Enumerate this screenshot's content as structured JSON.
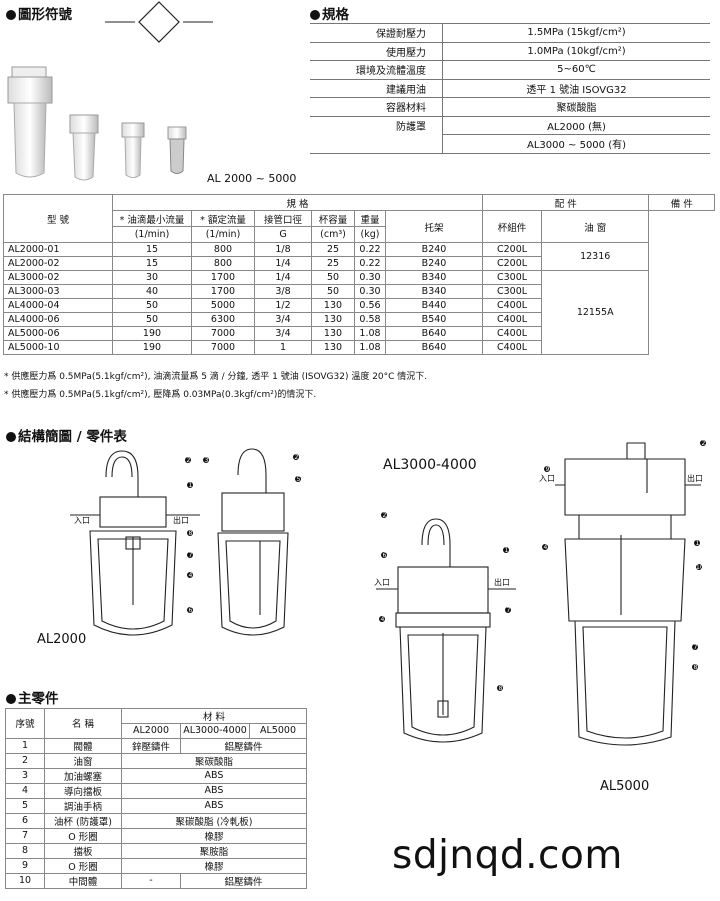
{
  "symbol_section": {
    "title": "圖形符號"
  },
  "product_caption": "AL 2000 ~ 5000",
  "spec_section": {
    "title": "規格",
    "rows": [
      {
        "label": "保證耐壓力",
        "value": "1.5MPa  (15kgf/cm²)"
      },
      {
        "label": "使用壓力",
        "value": "1.0MPa  (10kgf/cm²)"
      },
      {
        "label": "環境及流體溫度",
        "value": "5~60℃"
      },
      {
        "label": "建議用油",
        "value": "透平 1 號油 ISOVG32"
      },
      {
        "label": "容器材料",
        "value": "聚碳酸脂"
      },
      {
        "label": "防護罩",
        "value": "AL2000 (無)"
      },
      {
        "label": "",
        "value": "AL3000 ~ 5000 (有)"
      }
    ]
  },
  "model_table": {
    "headers": {
      "model": "型 號",
      "spec_group": "規 格",
      "parts_group": "配 件",
      "spare_group": "備 件",
      "min_flow": "* 油滴最小流量",
      "min_flow_unit": "(1/min)",
      "rated_flow": "* 額定流量",
      "rated_flow_unit": "(1/min)",
      "port": "接管口徑",
      "port_unit": "G",
      "capacity": "杯容量",
      "capacity_unit": "(cm³)",
      "weight": "重量",
      "weight_unit": "(kg)",
      "bracket": "托架",
      "cup_assembly": "杯組件",
      "sight_window": "油 窗"
    },
    "rows": [
      {
        "model": "AL2000-01",
        "min_flow": "15",
        "rated_flow": "800",
        "port": "1/8",
        "capacity": "25",
        "weight": "0.22",
        "bracket": "B240",
        "cup": "C200L"
      },
      {
        "model": "AL2000-02",
        "min_flow": "15",
        "rated_flow": "800",
        "port": "1/4",
        "capacity": "25",
        "weight": "0.22",
        "bracket": "B240",
        "cup": "C200L"
      },
      {
        "model": "AL3000-02",
        "min_flow": "30",
        "rated_flow": "1700",
        "port": "1/4",
        "capacity": "50",
        "weight": "0.30",
        "bracket": "B340",
        "cup": "C300L"
      },
      {
        "model": "AL3000-03",
        "min_flow": "40",
        "rated_flow": "1700",
        "port": "3/8",
        "capacity": "50",
        "weight": "0.30",
        "bracket": "B340",
        "cup": "C300L"
      },
      {
        "model": "AL4000-04",
        "min_flow": "50",
        "rated_flow": "5000",
        "port": "1/2",
        "capacity": "130",
        "weight": "0.56",
        "bracket": "B440",
        "cup": "C400L"
      },
      {
        "model": "AL4000-06",
        "min_flow": "50",
        "rated_flow": "6300",
        "port": "3/4",
        "capacity": "130",
        "weight": "0.58",
        "bracket": "B540",
        "cup": "C400L"
      },
      {
        "model": "AL5000-06",
        "min_flow": "190",
        "rated_flow": "7000",
        "port": "3/4",
        "capacity": "130",
        "weight": "1.08",
        "bracket": "B640",
        "cup": "C400L"
      },
      {
        "model": "AL5000-10",
        "min_flow": "190",
        "rated_flow": "7000",
        "port": "1",
        "capacity": "130",
        "weight": "1.08",
        "bracket": "B640",
        "cup": "C400L"
      }
    ],
    "sight_window_values": [
      "12316",
      "12155A"
    ]
  },
  "notes": [
    "* 供應壓力爲 0.5MPa(5.1kgf/cm²), 油滴流量爲 5 滴 / 分鐘, 透平 1 號油 (ISOVG32) 溫度 20°C 情況下.",
    "* 供應壓力爲 0.5MPa(5.1kgf/cm²), 壓降爲 0.03MPa(0.3kgf/cm²)的情況下."
  ],
  "structure_section": {
    "title": "結構簡圖 / 零件表"
  },
  "diagram_labels": {
    "al2000": "AL2000",
    "al3000_4000": "AL3000-4000",
    "al5000": "AL5000",
    "inlet": "入口",
    "outlet": "出口"
  },
  "callouts": [
    "1",
    "2",
    "3",
    "4",
    "5",
    "6",
    "7",
    "8",
    "9",
    "10"
  ],
  "parts_section": {
    "title": "主零件",
    "headers": {
      "no": "序號",
      "name": "名 稱",
      "material": "材 料",
      "al2000": "AL2000",
      "al3000_4000": "AL3000-4000",
      "al5000": "AL5000"
    },
    "rows": [
      {
        "no": "1",
        "name": "閥體",
        "material": "",
        "m2000": "鋅壓鑄件",
        "m5000": "鋁壓鑄件"
      },
      {
        "no": "2",
        "name": "油窗",
        "material": "聚碳酸脂"
      },
      {
        "no": "3",
        "name": "加油螺塞",
        "material": "ABS"
      },
      {
        "no": "4",
        "name": "導向擋板",
        "material": "ABS"
      },
      {
        "no": "5",
        "name": "調油手柄",
        "material": "ABS"
      },
      {
        "no": "6",
        "name": "油杯 (防護罩)",
        "material": "聚碳酸脂 (冷軋板)"
      },
      {
        "no": "7",
        "name": "O 形圈",
        "material": "橡膠"
      },
      {
        "no": "8",
        "name": "擋板",
        "material": "聚胺脂"
      },
      {
        "no": "9",
        "name": "O 形圈",
        "material": "橡膠"
      },
      {
        "no": "10",
        "name": "中間體",
        "material": "",
        "m2000": "-",
        "m5000": "鋁壓鑄件"
      }
    ]
  },
  "watermark": "sdjnqd.com"
}
